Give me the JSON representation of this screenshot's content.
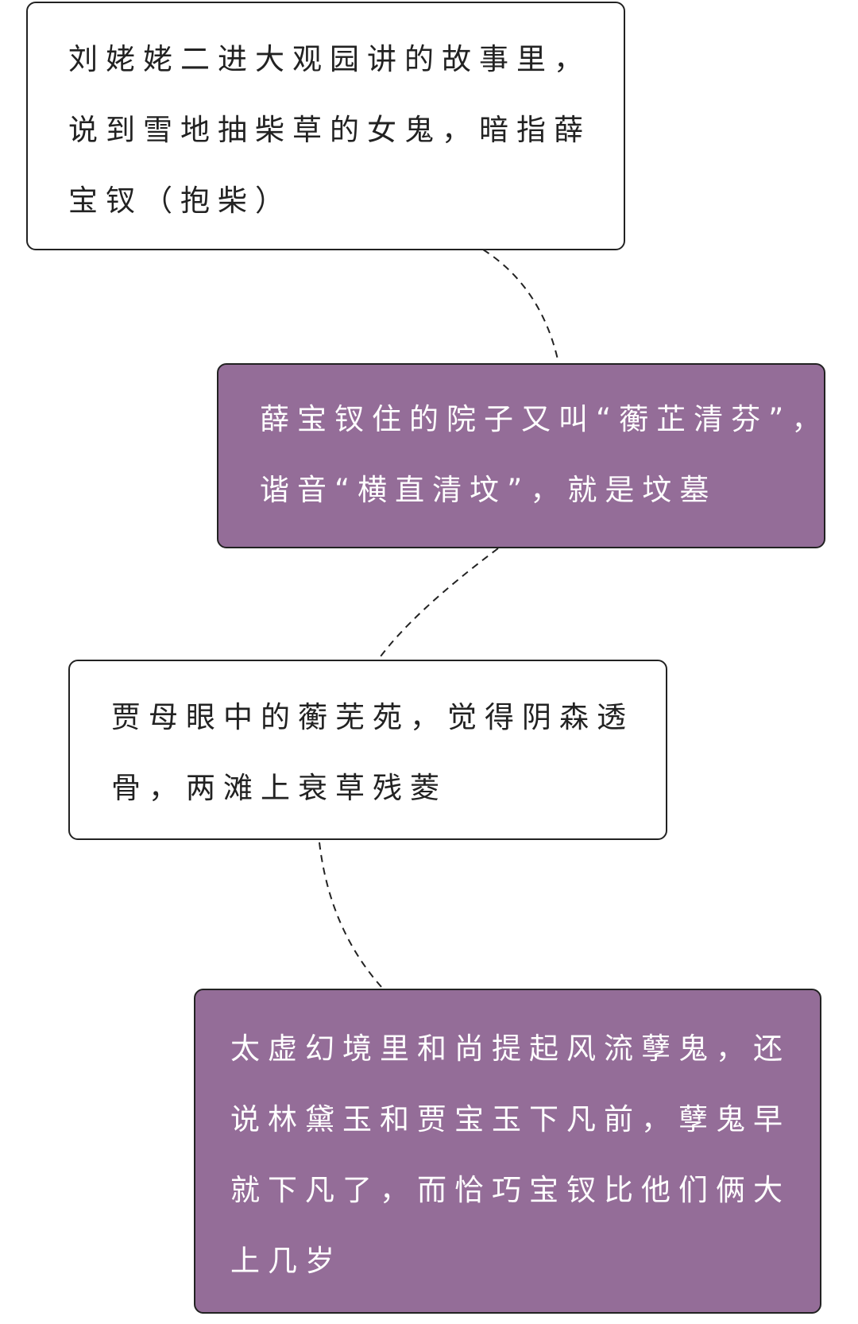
{
  "colors": {
    "purple": "#946d98",
    "border": "#222222",
    "white": "#ffffff"
  },
  "nodes": [
    {
      "style": "white",
      "lines": [
        "刘姥姥二进大观园讲的故事里，",
        "说到雪地抽柴草的女鬼，暗指薛",
        "宝钗（抱柴）"
      ]
    },
    {
      "style": "purple",
      "lines": [
        "薛宝钗住的院子又叫“蘅芷清芬”，",
        "谐音“横直清坟”，就是坟墓"
      ]
    },
    {
      "style": "white",
      "lines": [
        "贾母眼中的蘅芜苑，觉得阴森透",
        "骨，两滩上衰草残菱"
      ]
    },
    {
      "style": "purple",
      "lines": [
        "太虚幻境里和尚提起风流孽鬼，还",
        "说林黛玉和贾宝玉下凡前，孽鬼早",
        "就下凡了，而恰巧宝钗比他们俩大",
        "上几岁"
      ]
    }
  ]
}
